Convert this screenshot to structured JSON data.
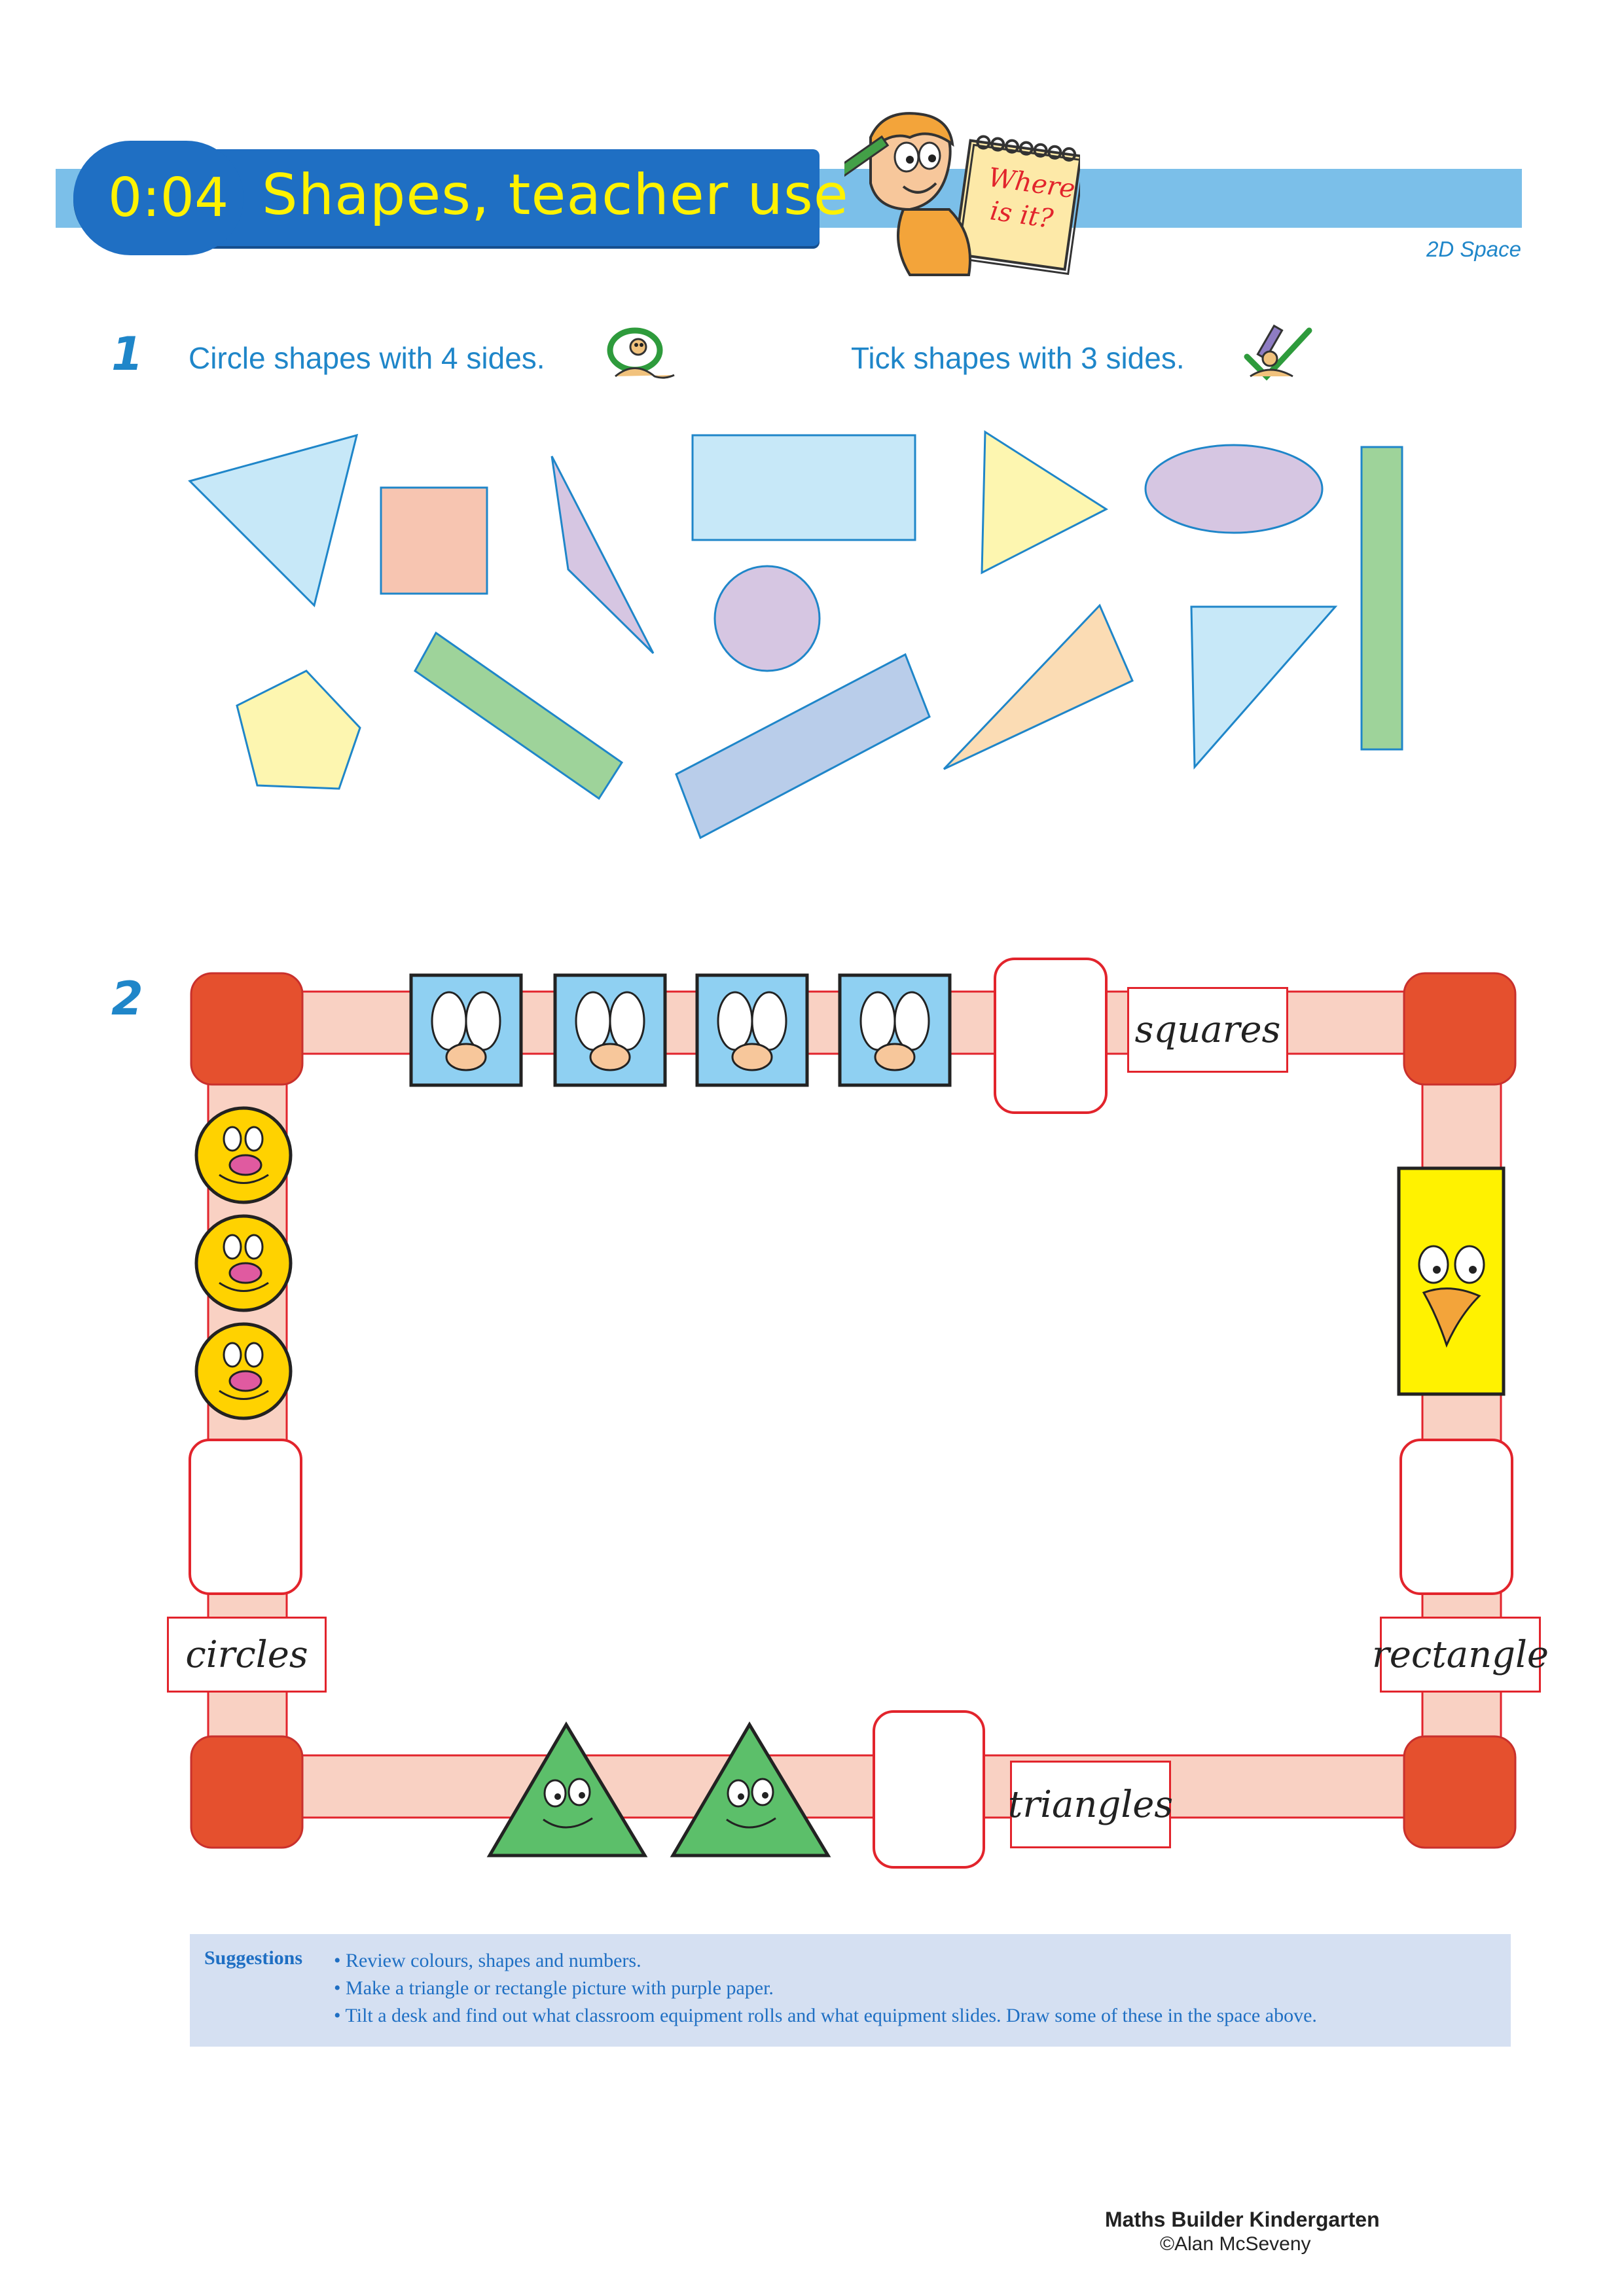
{
  "header": {
    "code": "0:04",
    "title": "Shapes, teacher use",
    "mascot_sign": [
      "Where",
      "is it?"
    ],
    "section": "2D Space"
  },
  "question1": {
    "number": "1",
    "instruction_left": "Circle shapes with 4 sides.",
    "instruction_right": "Tick shapes with 3 sides."
  },
  "question2": {
    "number": "2",
    "labels": {
      "squares": "squares",
      "circles": "circles",
      "rectangle": "rectangle",
      "triangles": "triangles"
    }
  },
  "colors": {
    "light_blue": "#c7e8f8",
    "salmon": "#f7c5b1",
    "lilac": "#d6c6e2",
    "pale_yellow": "#fdf6b0",
    "green": "#9ed39a",
    "periwinkle": "#b9cdea",
    "peach": "#fbdcb4",
    "path_fill": "#f9d1c3",
    "path_border": "#e2242c",
    "corner": "#e5502e",
    "outline_blue": "#1f86c9"
  },
  "suggestions": {
    "title": "Suggestions",
    "items": [
      "Review colours, shapes and numbers.",
      "Make a triangle or rectangle picture with purple paper.",
      "Tilt a desk and find out what classroom equipment rolls and what equipment slides. Draw some of these in the space above."
    ]
  },
  "footer": {
    "book": "Maths Builder Kindergarten",
    "credit": "©Alan McSeveny"
  }
}
